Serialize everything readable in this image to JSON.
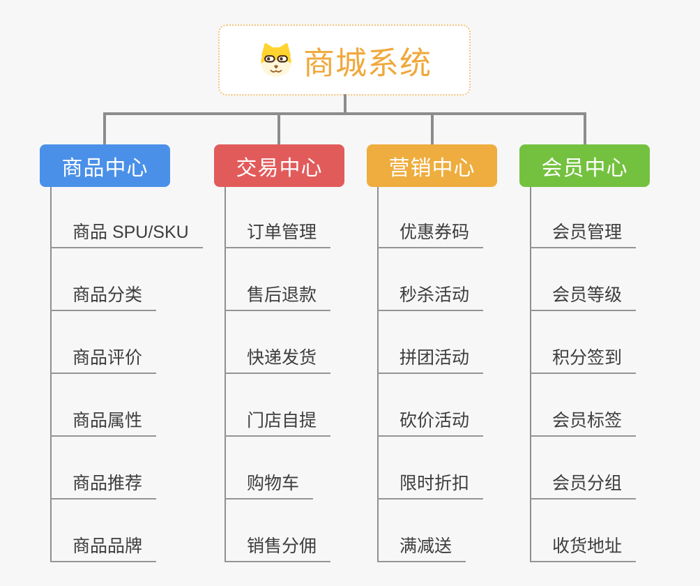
{
  "root": {
    "title": "商城系统",
    "icon": "dog-face"
  },
  "branches": [
    {
      "label": "商品中心",
      "color": "#4a90e8",
      "children": [
        "商品 SPU/SKU",
        "商品分类",
        "商品评价",
        "商品属性",
        "商品推荐",
        "商品品牌"
      ]
    },
    {
      "label": "交易中心",
      "color": "#e25b5b",
      "children": [
        "订单管理",
        "售后退款",
        "快递发货",
        "门店自提",
        "购物车",
        "销售分佣"
      ]
    },
    {
      "label": "营销中心",
      "color": "#eead3e",
      "children": [
        "优惠券码",
        "秒杀活动",
        "拼团活动",
        "砍价活动",
        "限时折扣",
        "满减送"
      ]
    },
    {
      "label": "会员中心",
      "color": "#74c13f",
      "children": [
        "会员管理",
        "会员等级",
        "积分签到",
        "会员标签",
        "会员分组",
        "收货地址"
      ]
    }
  ],
  "colors": {
    "root_text": "#f0a83c",
    "root_border": "#f2c27a",
    "connector": "#8c8c8c",
    "leaf_text": "#3d3d3d",
    "background": "#f7f7f7"
  }
}
